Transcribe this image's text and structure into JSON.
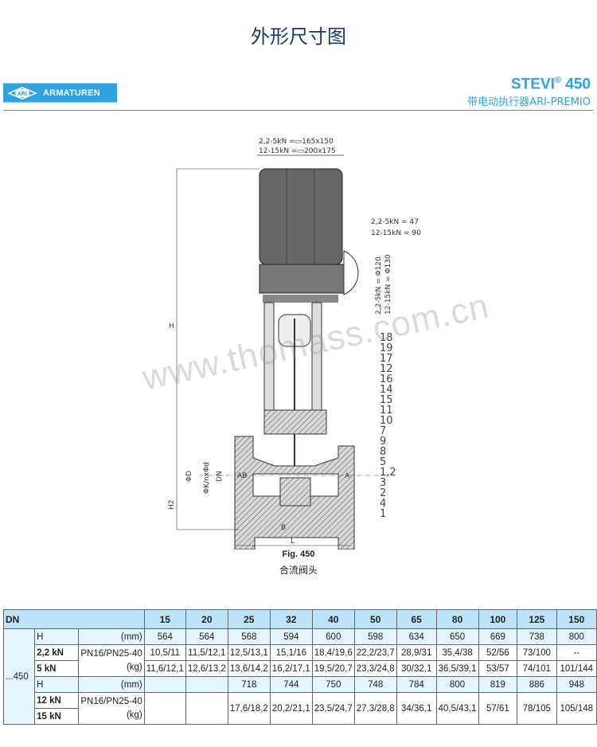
{
  "title": "外形尺寸图",
  "logo": {
    "mark": "ARI",
    "brand": "ARMATUREN"
  },
  "product": {
    "name": "STEVI",
    "reg": "®",
    "model": "450",
    "subtitle": "带电动执行器ARI-PREMIO"
  },
  "drawing": {
    "top_dims": [
      "2,2-5kN  =▭165x150",
      "12-15kN  =▭200x175"
    ],
    "side_dims": [
      "2,2-5kN  =  47",
      "12-15kN  =  90"
    ],
    "hand_dims": [
      "2,2-5kN  =  Φ120",
      "12-15kN  =  Φ130"
    ],
    "labels": {
      "H": "H",
      "H2": "H2",
      "D": "ΦD",
      "K": "ΦK/nxΦd",
      "DN": "DN",
      "L": "L",
      "AB": "AB",
      "A": "A",
      "B": "B"
    },
    "parts": [
      "18",
      "19",
      "17",
      "12",
      "16",
      "14",
      "15",
      "11",
      "10",
      "7",
      "9",
      "8",
      "5",
      "1,2",
      "3",
      "2",
      "4",
      "1"
    ],
    "watermark": "www.thomass.com.cn"
  },
  "caption": {
    "fig": "Fig. 450",
    "name": "合流阀头"
  },
  "table": {
    "dn_label": "DN",
    "dn": [
      "15",
      "20",
      "25",
      "32",
      "40",
      "50",
      "65",
      "80",
      "100",
      "125",
      "150"
    ],
    "type": "...450",
    "h_label": "H",
    "mm": "(mm)",
    "pn": "PN16/PN25-40",
    "kg": "(kg)",
    "h1": [
      "564",
      "564",
      "568",
      "594",
      "600",
      "598",
      "634",
      "650",
      "669",
      "738",
      "800"
    ],
    "r22_label": "2,2 kN",
    "r22": [
      "10,5/11",
      "11,5/12,1",
      "12,5/13,1",
      "15,1/16",
      "18,4/19,6",
      "22,2/23,7",
      "28,9/31",
      "35,4/38",
      "52/56",
      "73/100",
      "--"
    ],
    "r5_label": "5 kN",
    "r5": [
      "11,6/12,1",
      "12,6/13,2",
      "13,6/14,2",
      "16,2/17,1",
      "19,5/20,7",
      "23,3/24,8",
      "30/32,1",
      "36,5/39,1",
      "53/57",
      "74/101",
      "101/144"
    ],
    "h2": [
      "",
      "",
      "718",
      "744",
      "750",
      "748",
      "784",
      "800",
      "819",
      "886",
      "948"
    ],
    "r12_label": "12 kN",
    "r15_label": "15 kN",
    "r1215": [
      "",
      "",
      "17,6/18,2",
      "20,2/21,1",
      "23,5/24,7",
      "27,3/28,8",
      "34/36,1",
      "40,5/43,1",
      "57/61",
      "78/105",
      "105/148"
    ]
  }
}
